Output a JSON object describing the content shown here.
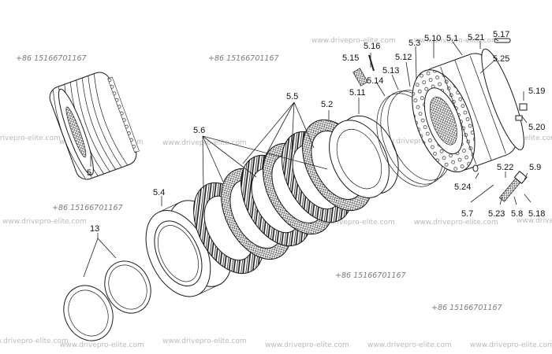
{
  "watermarks": {
    "site": "www.drivepro-elite.com",
    "phone": "+86 15166701167"
  },
  "labels": {
    "p5": "5",
    "p5_1": "5.1",
    "p5_2": "5.2",
    "p5_3": "5.3",
    "p5_4": "5.4",
    "p5_5": "5.5",
    "p5_6": "5.6",
    "p5_7": "5.7",
    "p5_8": "5.8",
    "p5_9": "5.9",
    "p5_10": "5.10",
    "p5_11": "5.11",
    "p5_12": "5.12",
    "p5_13": "5.13",
    "p5_14": "5.14",
    "p5_15": "5.15",
    "p5_16": "5.16",
    "p5_17": "5.17",
    "p5_18": "5.18",
    "p5_19": "5.19",
    "p5_20": "5.20",
    "p5_21": "5.21",
    "p5_22": "5.22",
    "p5_23": "5.23",
    "p5_24": "5.24",
    "p5_25": "5.25",
    "p13": "13"
  }
}
